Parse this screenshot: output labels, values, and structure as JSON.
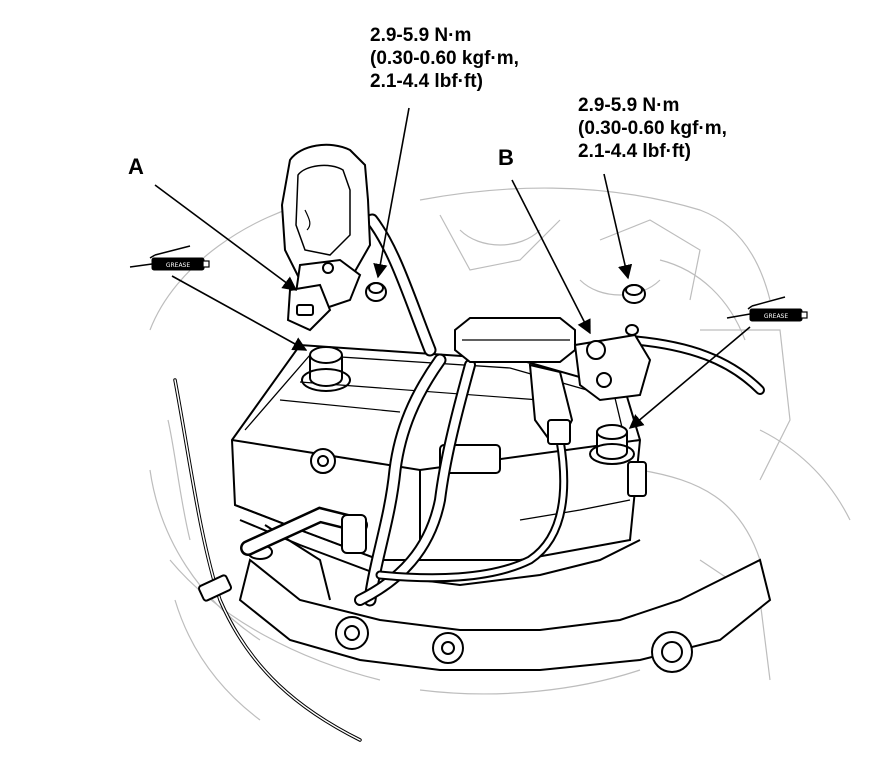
{
  "labels": {
    "a": "A",
    "b": "B"
  },
  "torque_1": {
    "line1": "2.9-5.9 N·m",
    "line2": "(0.30-0.60 kgf·m,",
    "line3": "2.1-4.4 lbf·ft)"
  },
  "torque_2": {
    "line1": "2.9-5.9 N·m",
    "line2": "(0.30-0.60 kgf·m,",
    "line3": "2.1-4.4 lbf·ft)"
  },
  "grease_symbols": {
    "left": "GREASE",
    "right": "GREASE"
  }
}
